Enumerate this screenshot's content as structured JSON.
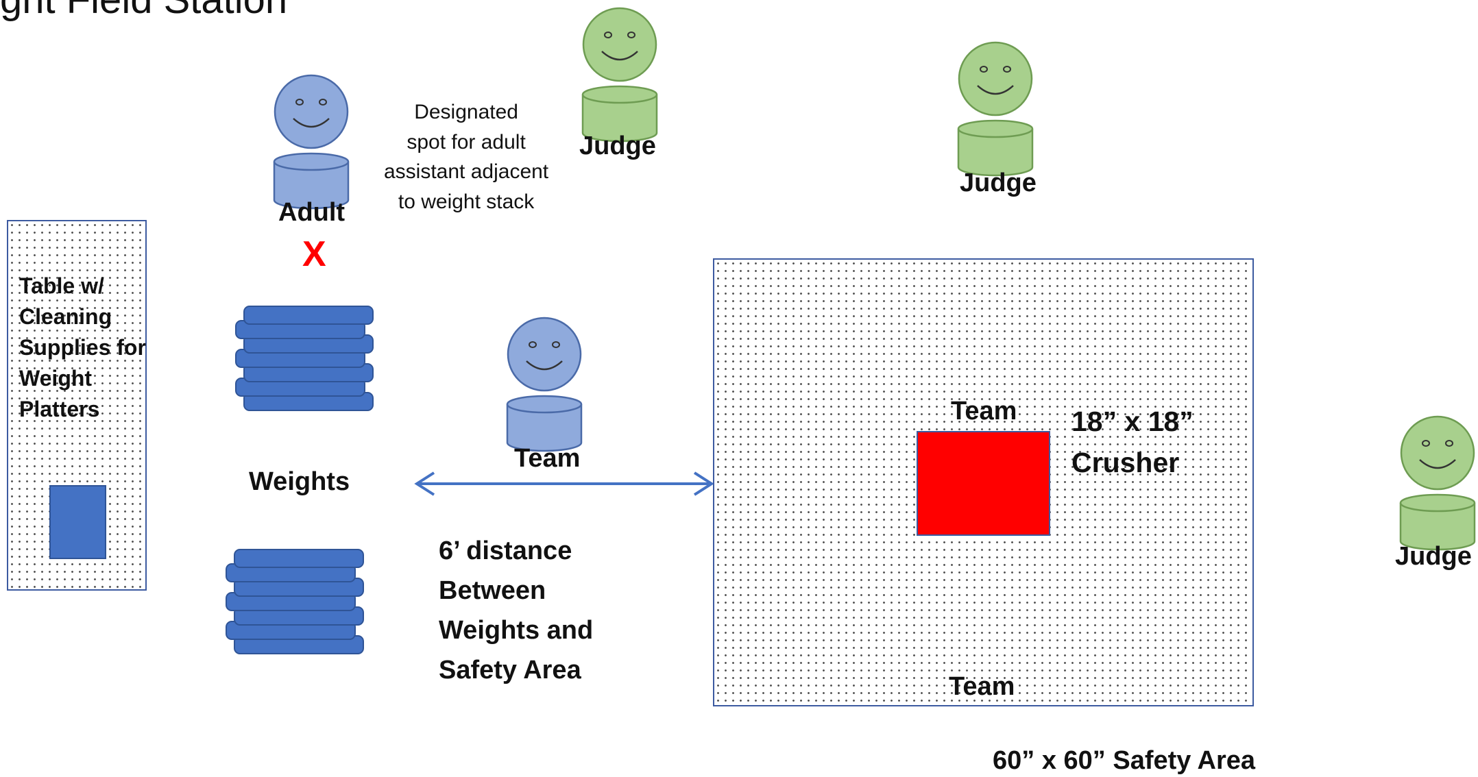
{
  "title": "ght Field Station",
  "colors": {
    "judge_fill": "#a8d08d",
    "judge_stroke": "#6e9c52",
    "team_fill": "#8faadc",
    "team_stroke": "#4a6aa8",
    "weight_fill": "#4472c4",
    "weight_stroke": "#2f5496",
    "crusher_fill": "#ff0000",
    "arrow": "#4472c4",
    "marker": "#ff0000",
    "table_item": "#4472c4"
  },
  "labels": {
    "judge_top": "Judge",
    "judge_upper_right": "Judge",
    "judge_right": "Judge",
    "adult": "Adult",
    "adult_marker": "X",
    "designated_note": "Designated\nspot for adult\nassistant adjacent\nto weight stack",
    "table": "Table w/\nCleaning\nSupplies for\nWeight\nPlatters",
    "weights": "Weights",
    "team_center": "Team",
    "team_safety_top": "Team",
    "team_safety_bottom": "Team",
    "crusher": "18” x 18”\nCrusher",
    "distance_note": "6’ distance\nBetween\nWeights and\nSafety Area",
    "safety_area": "60” x 60” Safety Area"
  }
}
